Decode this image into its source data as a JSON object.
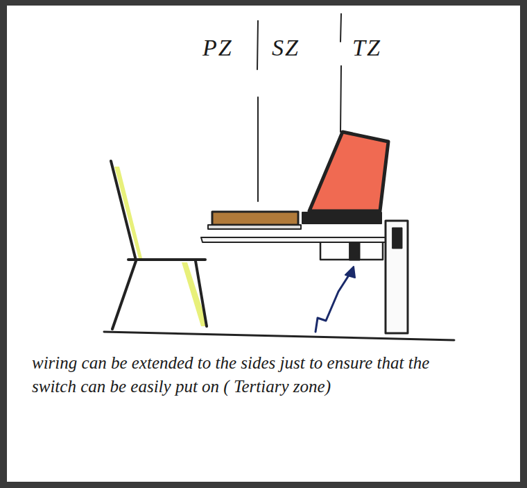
{
  "diagram": {
    "labels": [
      "PZ",
      "SZ",
      "TZ",
      "wiring can be extended to the sides just to ensure that the switch can be easily put on ( Tertiary zone)"
    ]
  }
}
